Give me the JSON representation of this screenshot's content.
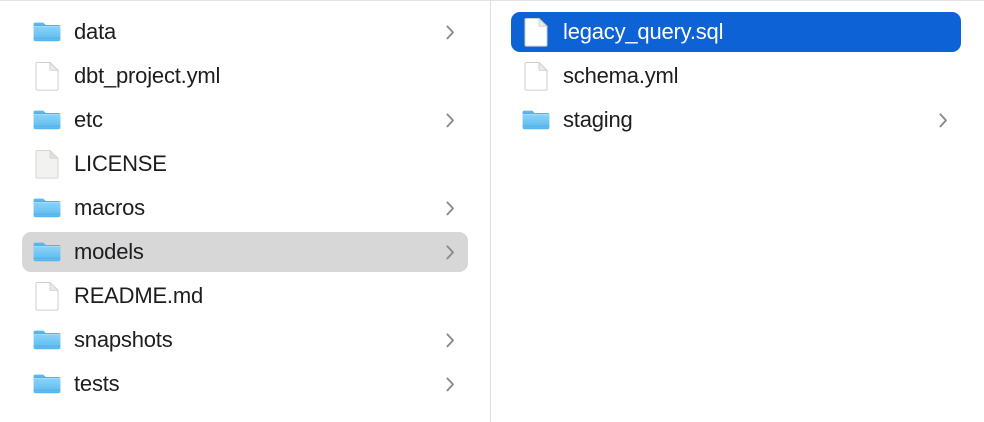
{
  "window": {
    "app": "Finder",
    "view_mode": "column",
    "accent_color": "#0d62d6",
    "selection_inactive_color": "#d7d7d8",
    "divider_color": "#dfdfe1",
    "text_color": "#1d1d1f",
    "selected_text_color": "#ffffff",
    "chevron_color": "#8a8a8e"
  },
  "columns": [
    {
      "name": "project-root-column",
      "items": [
        {
          "label": "data",
          "kind": "folder",
          "icon": "folder-icon",
          "has_chevron": true,
          "selected": false,
          "selection_style": "none"
        },
        {
          "label": "dbt_project.yml",
          "kind": "file",
          "icon": "document-icon",
          "has_chevron": false,
          "selected": false,
          "selection_style": "none"
        },
        {
          "label": "etc",
          "kind": "folder",
          "icon": "folder-icon",
          "has_chevron": true,
          "selected": false,
          "selection_style": "none"
        },
        {
          "label": "LICENSE",
          "kind": "file",
          "icon": "plain-document-icon",
          "has_chevron": false,
          "selected": false,
          "selection_style": "none"
        },
        {
          "label": "macros",
          "kind": "folder",
          "icon": "folder-icon",
          "has_chevron": true,
          "selected": false,
          "selection_style": "none"
        },
        {
          "label": "models",
          "kind": "folder",
          "icon": "folder-icon",
          "has_chevron": true,
          "selected": true,
          "selection_style": "gray"
        },
        {
          "label": "README.md",
          "kind": "file",
          "icon": "document-icon",
          "has_chevron": false,
          "selected": false,
          "selection_style": "none"
        },
        {
          "label": "snapshots",
          "kind": "folder",
          "icon": "folder-icon",
          "has_chevron": true,
          "selected": false,
          "selection_style": "none"
        },
        {
          "label": "tests",
          "kind": "folder",
          "icon": "folder-icon",
          "has_chevron": true,
          "selected": false,
          "selection_style": "none"
        }
      ]
    },
    {
      "name": "models-column",
      "items": [
        {
          "label": "legacy_query.sql",
          "kind": "file",
          "icon": "document-icon",
          "has_chevron": false,
          "selected": true,
          "selection_style": "blue"
        },
        {
          "label": "schema.yml",
          "kind": "file",
          "icon": "document-icon",
          "has_chevron": false,
          "selected": false,
          "selection_style": "none"
        },
        {
          "label": "staging",
          "kind": "folder",
          "icon": "folder-icon",
          "has_chevron": true,
          "selected": false,
          "selection_style": "none"
        }
      ]
    }
  ]
}
